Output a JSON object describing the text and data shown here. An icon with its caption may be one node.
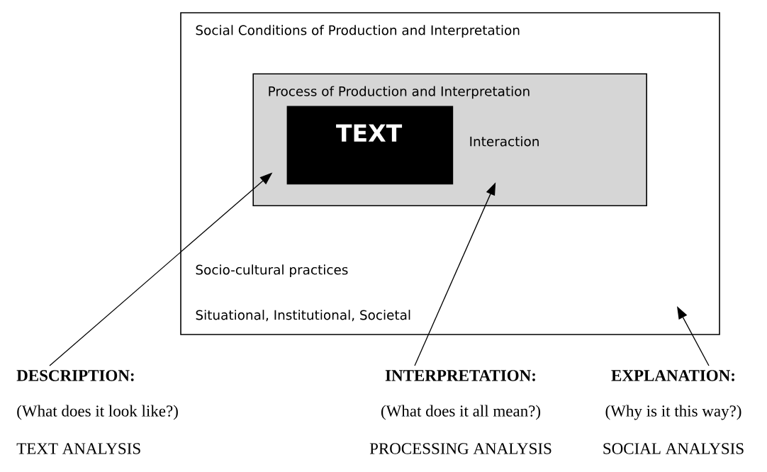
{
  "diagram": {
    "nodes": [
      {
        "text": [
          "Social Conditions of Production and Interpretation",
          "Socio-cultural practices",
          "Situational, Institutional, Societal"
        ]
      },
      {
        "text": [
          "Process of Production and Interpretation",
          "Interaction"
        ],
        "in": 0
      },
      {
        "text": [
          "TEXT"
        ],
        "in": 1
      },
      {
        "text": [
          "DESCRIPTION:",
          "(What does it look like?)",
          "TEXT ANALYSIS"
        ]
      },
      {
        "text": [
          "INTERPRETATION:",
          "(What does it all mean?)",
          "PROCESSING ANALYSIS"
        ]
      },
      {
        "text": [
          "EXPLANATION:",
          "(Why is it this way?)",
          "SOCIAL ANALYSIS"
        ]
      }
    ],
    "edges": [
      {
        "from": 3,
        "to": 2,
        "arrow": "to"
      },
      {
        "from": 4,
        "to": 1,
        "arrow": "to"
      },
      {
        "from": 5,
        "to": 0,
        "arrow": "to"
      }
    ]
  }
}
